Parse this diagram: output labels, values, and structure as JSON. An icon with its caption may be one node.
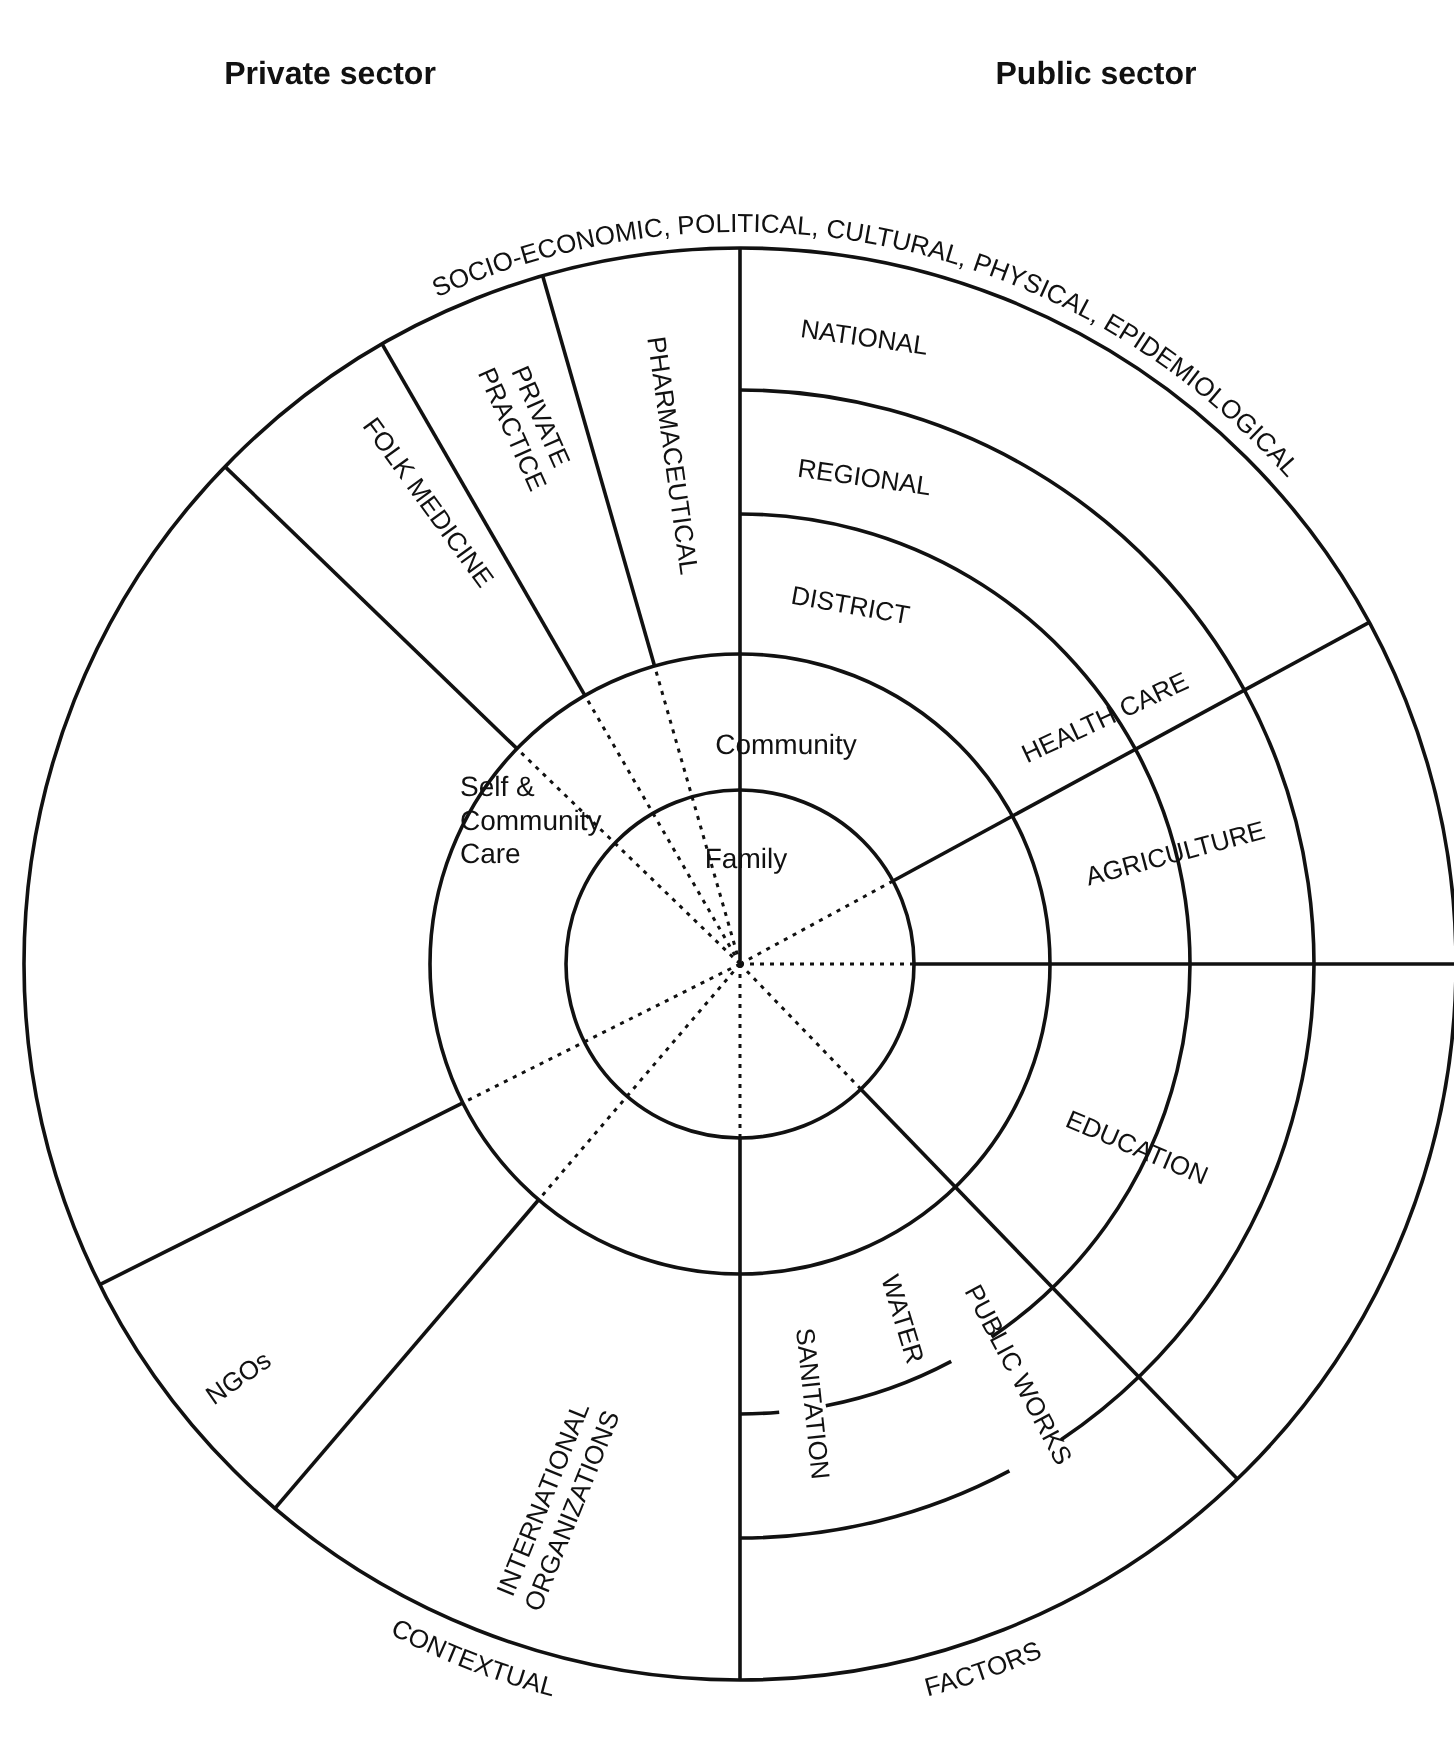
{
  "diagram": {
    "labels": [
      "Private sector",
      "Public sector",
      "SOCIO-ECONOMIC, POLITICAL, CULTURAL, PHYSICAL, EPIDEMIOLOGICAL",
      "NATIONAL",
      "PHARMACEUTICAL",
      "PRIVATE PRACTICE",
      "FOLK MEDICINE",
      "REGIONAL",
      "DISTRICT",
      "Community",
      "HEALTH CARE",
      "Family",
      "AGRICULTURE",
      "Self & Community Care",
      "EDUCATION",
      "PUBLIC WORKS",
      "WATER",
      "NGOs",
      "SANITATION",
      "INTERNATIONAL ORGANIZATIONS",
      "CONTEXTUAL",
      "FACTORS"
    ]
  }
}
